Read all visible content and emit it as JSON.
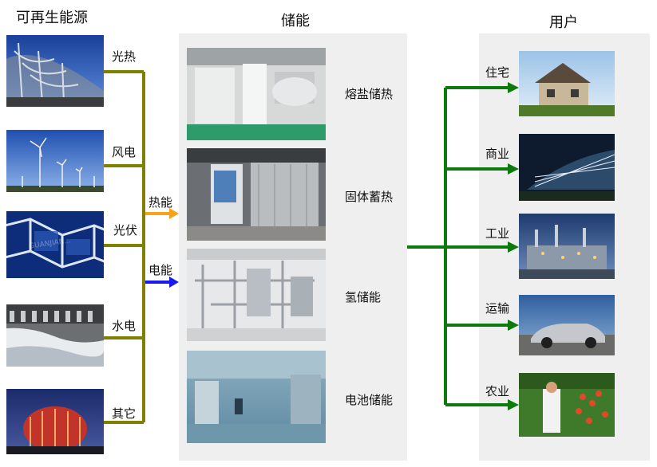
{
  "sources": {
    "title": "可再生能源",
    "items": [
      {
        "label": "光热",
        "photo": "solar-thermal-trough-photo"
      },
      {
        "label": "风电",
        "photo": "wind-turbines-photo"
      },
      {
        "label": "光伏",
        "photo": "pv-panel-photo",
        "watermark": "GUANJIAN..."
      },
      {
        "label": "水电",
        "photo": "hydro-dam-photo"
      },
      {
        "label": "其它",
        "photo": "other-building-photo"
      }
    ]
  },
  "carriers": {
    "heat": {
      "label": "热能",
      "color": "#f5a31a"
    },
    "electric": {
      "label": "电能",
      "color": "#1a1aee"
    }
  },
  "storage": {
    "title": "储能",
    "items": [
      {
        "label": "熔盐储热",
        "photo": "molten-salt-plant-photo"
      },
      {
        "label": "固体蓄热",
        "photo": "solid-heat-storage-photo"
      },
      {
        "label": "氢储能",
        "photo": "hydrogen-equipment-photo"
      },
      {
        "label": "电池储能",
        "photo": "battery-room-photo"
      }
    ]
  },
  "users": {
    "title": "用户",
    "items": [
      {
        "label": "住宅",
        "photo": "house-photo"
      },
      {
        "label": "商业",
        "photo": "commercial-building-photo"
      },
      {
        "label": "工业",
        "photo": "industrial-plant-photo"
      },
      {
        "label": "运输",
        "photo": "electric-car-photo"
      },
      {
        "label": "农业",
        "photo": "greenhouse-photo"
      }
    ]
  },
  "colors": {
    "source_bus": "#808000",
    "user_bus": "#0c7a0c",
    "panel_bg": "#f0f0f0"
  }
}
